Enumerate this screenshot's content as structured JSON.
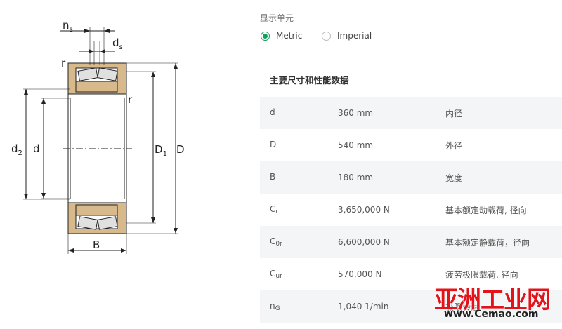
{
  "drawing": {
    "labels": {
      "ns_main": "n",
      "ns_sub": "s",
      "ds_main": "d",
      "ds_sub": "s",
      "r1": "r",
      "r2": "r",
      "d2_main": "d",
      "d2_sub": "2",
      "d": "d",
      "D1_main": "D",
      "D1_sub": "1",
      "D": "D",
      "B": "B"
    }
  },
  "unit": {
    "title": "显示单元",
    "options": [
      {
        "label": "Metric",
        "selected": true
      },
      {
        "label": "Imperial",
        "selected": false
      }
    ]
  },
  "section": {
    "title": "主要尺寸和性能数据"
  },
  "rows": [
    {
      "sym": "d",
      "sub": "",
      "value": "360 mm",
      "desc": "内径"
    },
    {
      "sym": "D",
      "sub": "",
      "value": "540 mm",
      "desc": "外径"
    },
    {
      "sym": "B",
      "sub": "",
      "value": "180 mm",
      "desc": "宽度"
    },
    {
      "sym": "C",
      "sub": "r",
      "value": "3,650,000 N",
      "desc": "基本额定动载荷, 径向"
    },
    {
      "sym": "C",
      "sub": "0r",
      "value": "6,600,000 N",
      "desc": "基本额定静载荷，径向"
    },
    {
      "sym": "C",
      "sub": "ur",
      "value": "570,000 N",
      "desc": "疲劳极限载荷, 径向"
    },
    {
      "sym": "n",
      "sub": "G",
      "value": "1,040 1/min",
      "desc": "极限转速"
    }
  ],
  "watermark": {
    "cn": "亚洲工业网",
    "en": "www.Cemao.com"
  }
}
